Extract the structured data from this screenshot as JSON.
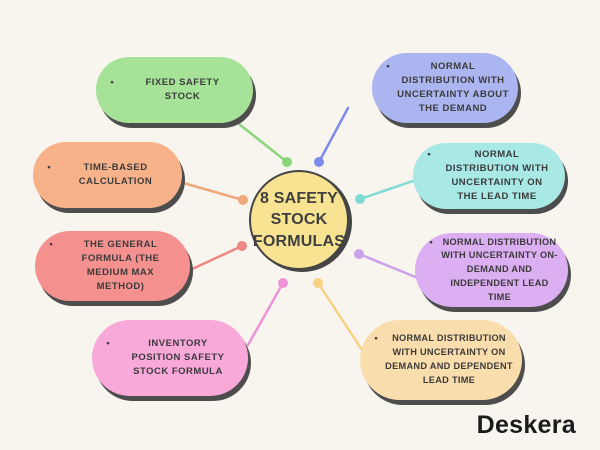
{
  "background": "#f8f4ee",
  "bullet_char": "•",
  "center": {
    "label": "8 SAFETY STOCK FORMULAS",
    "fill": "#f7e391",
    "border_color": "#454545"
  },
  "nodes": [
    {
      "label": "FIXED SAFETY STOCK",
      "fill": "#a7e299",
      "accent": "#8bd67c"
    },
    {
      "label": "TIME-BASED CALCULATION",
      "fill": "#f7b289",
      "accent": "#f0a87c"
    },
    {
      "label": "THE GENERAL FORMULA (THE MEDIUM MAX METHOD)",
      "fill": "#f4908e",
      "accent": "#ef8585"
    },
    {
      "label": "INVENTORY POSITION SAFETY STOCK FORMULA",
      "fill": "#f9a8da",
      "accent": "#ee93d6"
    },
    {
      "label": "NORMAL DISTRIBUTION WITH UNCERTAINTY ABOUT THE DEMAND",
      "fill": "#abb5f0",
      "accent": "#7d8cec"
    },
    {
      "label": "NORMAL DISTRIBUTION WITH UNCERTAINTY ON THE LEAD TIME",
      "fill": "#a8e8e5",
      "accent": "#7edcd5"
    },
    {
      "label": "NORMAL DISTRIBUTION WITH UNCERTAINTY ON-DEMAND AND INDEPENDENT LEAD TIME",
      "fill": "#dcaef2",
      "accent": "#c9a2e9"
    },
    {
      "label": "NORMAL DISTRIBUTION WITH UNCERTAINTY ON DEMAND AND DEPENDENT LEAD TIME",
      "fill": "#f9ddac",
      "accent": "#f5d181"
    }
  ],
  "logo": {
    "text": "Deskera",
    "color": "#1b1b1b"
  }
}
